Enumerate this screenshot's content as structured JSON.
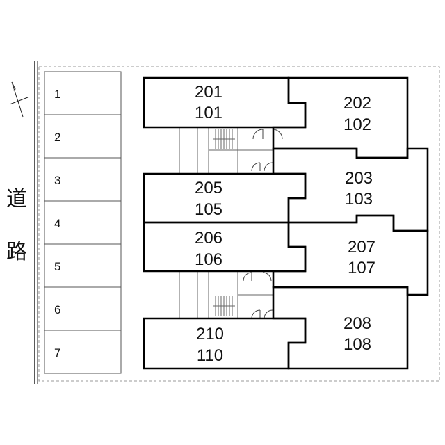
{
  "road_label": [
    "道",
    "路"
  ],
  "parking": {
    "spaces": [
      "1",
      "2",
      "3",
      "4",
      "5",
      "6",
      "7"
    ]
  },
  "units": [
    {
      "id": "201-101",
      "upper": "201",
      "lower": "101"
    },
    {
      "id": "202-102",
      "upper": "202",
      "lower": "102"
    },
    {
      "id": "203-103",
      "upper": "203",
      "lower": "103"
    },
    {
      "id": "205-105",
      "upper": "205",
      "lower": "105"
    },
    {
      "id": "206-106",
      "upper": "206",
      "lower": "106"
    },
    {
      "id": "207-107",
      "upper": "207",
      "lower": "107"
    },
    {
      "id": "208-108",
      "upper": "208",
      "lower": "108"
    },
    {
      "id": "210-110",
      "upper": "210",
      "lower": "110"
    }
  ],
  "colors": {
    "line": "#000000",
    "thin": "#555555",
    "dash": "#999999"
  }
}
